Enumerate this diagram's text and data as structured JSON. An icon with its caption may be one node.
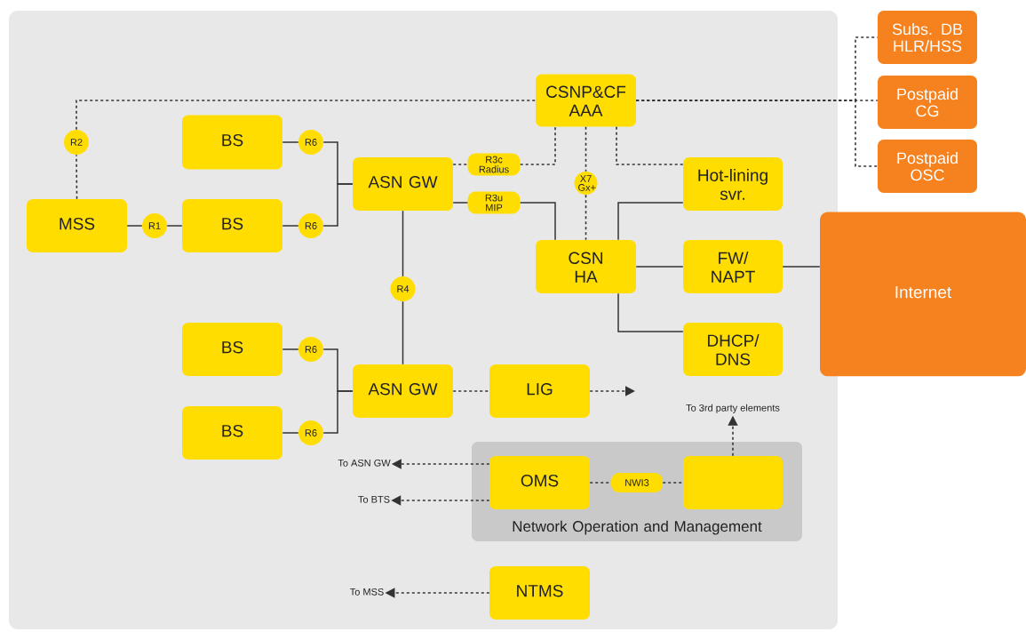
{
  "diagram": {
    "nodes": [
      {
        "text": [
          "MSS"
        ]
      },
      {
        "text": [
          "R2"
        ]
      },
      {
        "text": [
          "R1"
        ]
      },
      {
        "text": [
          "BS"
        ]
      },
      {
        "text": [
          "BS"
        ]
      },
      {
        "text": [
          "R6"
        ]
      },
      {
        "text": [
          "R6"
        ]
      },
      {
        "text": [
          "ASN GW"
        ]
      },
      {
        "text": [
          "R3c Radius"
        ]
      },
      {
        "text": [
          "R3u MIP"
        ]
      },
      {
        "text": [
          "CSNP&CF AAA"
        ]
      },
      {
        "text": [
          "X7 Gx+"
        ]
      },
      {
        "text": [
          "Hot-lining svr."
        ]
      },
      {
        "text": [
          "CSN HA"
        ]
      },
      {
        "text": [
          "FW/ NAPT"
        ]
      },
      {
        "text": [
          "DHCP/ DNS"
        ]
      },
      {
        "text": [
          "Internet"
        ]
      },
      {
        "text": [
          "Subs. DB HLR/HSS"
        ]
      },
      {
        "text": [
          "Postpaid CG"
        ]
      },
      {
        "text": [
          "Postpaid OSC"
        ]
      },
      {
        "text": [
          "R4"
        ]
      },
      {
        "text": [
          "BS"
        ]
      },
      {
        "text": [
          "BS"
        ]
      },
      {
        "text": [
          "R6"
        ]
      },
      {
        "text": [
          "R6"
        ]
      },
      {
        "text": [
          "ASN GW"
        ]
      },
      {
        "text": [
          "LIG"
        ]
      },
      {
        "text": [
          "Network Operation and Management"
        ]
      },
      {
        "text": [
          "OMS"
        ],
        "in": 27
      },
      {
        "text": [
          "NWI3"
        ],
        "in": 27
      },
      {
        "text": [],
        "shape": "box",
        "in": 27
      },
      {
        "text": [
          "NTMS"
        ]
      },
      {
        "text": [
          "To 3rd party elements"
        ]
      },
      {
        "text": [
          "To ASN GW"
        ]
      },
      {
        "text": [
          "To BTS"
        ]
      },
      {
        "text": [
          "To MSS"
        ]
      }
    ],
    "edges": [
      {
        "from": 0,
        "to": 1,
        "arrow": "none",
        "style": "dashed"
      },
      {
        "from": 1,
        "to": 10,
        "arrow": "none",
        "style": "dashed"
      },
      {
        "from": 0,
        "to": 2,
        "arrow": "none"
      },
      {
        "from": 2,
        "to": 4,
        "arrow": "none"
      },
      {
        "from": 3,
        "to": 5,
        "arrow": "none"
      },
      {
        "from": 4,
        "to": 6,
        "arrow": "none"
      },
      {
        "from": 5,
        "to": 7,
        "arrow": "none"
      },
      {
        "from": 6,
        "to": 7,
        "arrow": "none"
      },
      {
        "from": 7,
        "to": 8,
        "arrow": "none",
        "style": "dashed"
      },
      {
        "from": 8,
        "to": 10,
        "arrow": "none",
        "style": "dashed"
      },
      {
        "from": 7,
        "to": 9,
        "arrow": "none"
      },
      {
        "from": 9,
        "to": 13,
        "arrow": "none"
      },
      {
        "from": 10,
        "to": 11,
        "arrow": "none",
        "style": "dashed"
      },
      {
        "from": 11,
        "to": 13,
        "arrow": "none",
        "style": "dashed"
      },
      {
        "from": 10,
        "to": 12,
        "arrow": "none",
        "style": "dashed"
      },
      {
        "from": 13,
        "to": 12,
        "arrow": "none"
      },
      {
        "from": 13,
        "to": 14,
        "arrow": "none"
      },
      {
        "from": 13,
        "to": 15,
        "arrow": "none"
      },
      {
        "from": 14,
        "to": 16,
        "arrow": "none"
      },
      {
        "from": 10,
        "to": 17,
        "arrow": "none",
        "style": "dashed"
      },
      {
        "from": 10,
        "to": 18,
        "arrow": "none",
        "style": "dashed"
      },
      {
        "from": 10,
        "to": 19,
        "arrow": "none",
        "style": "dashed"
      },
      {
        "from": 7,
        "to": 20,
        "arrow": "none"
      },
      {
        "from": 20,
        "to": 25,
        "arrow": "none"
      },
      {
        "from": 21,
        "to": 23,
        "arrow": "none"
      },
      {
        "from": 22,
        "to": 24,
        "arrow": "none"
      },
      {
        "from": 23,
        "to": 25,
        "arrow": "none"
      },
      {
        "from": 24,
        "to": 25,
        "arrow": "none"
      },
      {
        "from": 25,
        "to": 26,
        "arrow": "none",
        "style": "dashed"
      },
      {
        "from": 26,
        "to": null,
        "arrow": "to",
        "style": "dashed"
      },
      {
        "from": 28,
        "to": 29,
        "arrow": "none",
        "style": "dashed"
      },
      {
        "from": 29,
        "to": 30,
        "arrow": "none",
        "style": "dashed"
      },
      {
        "from": 30,
        "to": 32,
        "arrow": "to",
        "style": "dashed"
      },
      {
        "from": 28,
        "to": 33,
        "arrow": "to",
        "style": "dashed"
      },
      {
        "from": 28,
        "to": 34,
        "arrow": "to",
        "style": "dashed"
      },
      {
        "from": 31,
        "to": 35,
        "arrow": "to",
        "style": "dashed"
      }
    ]
  }
}
